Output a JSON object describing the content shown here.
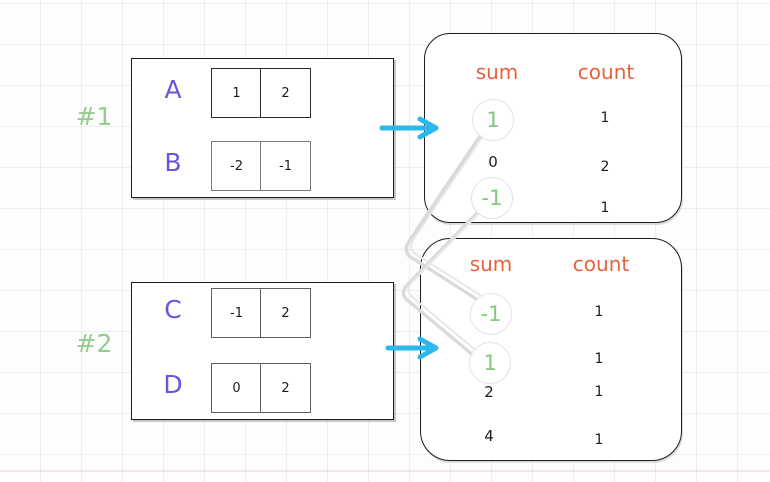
{
  "diagram": {
    "groups": [
      {
        "id": "#1",
        "arrays": [
          {
            "label": "A",
            "cells": [
              "1",
              "2"
            ]
          },
          {
            "label": "B",
            "cells": [
              "-2",
              "-1"
            ]
          }
        ],
        "result": {
          "sum_header": "sum",
          "count_header": "count",
          "rows": [
            {
              "sum": "1",
              "count": "1",
              "highlighted": true
            },
            {
              "sum": "0",
              "count": "2",
              "highlighted": false
            },
            {
              "sum": "-1",
              "count": "1",
              "highlighted": true
            }
          ]
        }
      },
      {
        "id": "#2",
        "arrays": [
          {
            "label": "C",
            "cells": [
              "-1",
              "2"
            ]
          },
          {
            "label": "D",
            "cells": [
              "0",
              "2"
            ]
          }
        ],
        "result": {
          "sum_header": "sum",
          "count_header": "count",
          "rows": [
            {
              "sum": "-1",
              "count": "1",
              "highlighted": true
            },
            {
              "sum": "1",
              "count": "1",
              "highlighted": true
            },
            {
              "sum": "2",
              "count": "1",
              "highlighted": false
            },
            {
              "sum": "4",
              "count": "1",
              "highlighted": false
            }
          ]
        }
      }
    ],
    "colors": {
      "group_label_green": "#94cc8e",
      "array_label_purple": "#6e53dc",
      "header_orange": "#e8613c",
      "highlight_green": "#84c87d",
      "arrow_blue": "#2db7ea",
      "connector_grey": "#d9d9d9",
      "value_black": "#1c1c1c"
    }
  }
}
